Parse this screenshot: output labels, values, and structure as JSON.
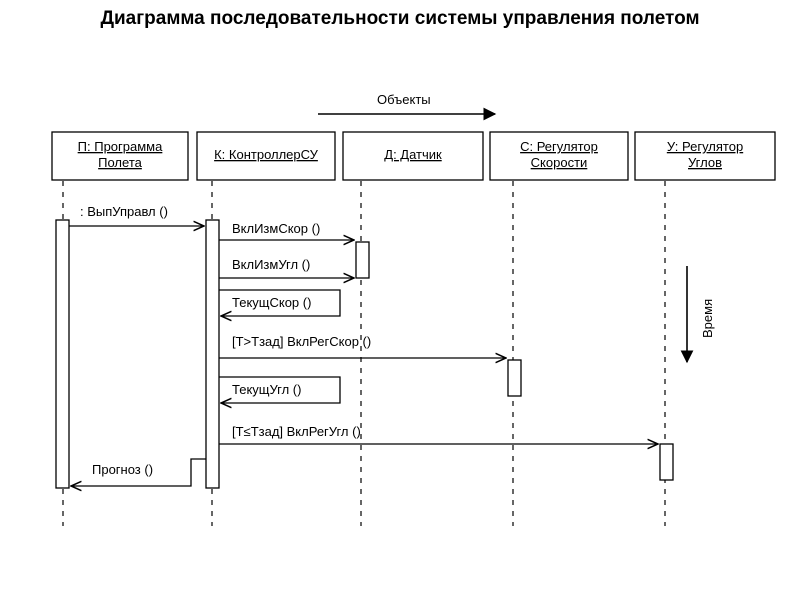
{
  "title": "Диаграмма последовательности системы управления полетом",
  "objects_axis_label": "Объекты",
  "time_axis_label": "Время",
  "objects": [
    {
      "lines": [
        "П: Программа",
        "Полета"
      ]
    },
    {
      "lines": [
        "К: КонтроллерСУ"
      ]
    },
    {
      "lines": [
        "Д: Датчик"
      ]
    },
    {
      "lines": [
        "С: Регулятор",
        "Скорости"
      ]
    },
    {
      "lines": [
        "У: Регулятор",
        "Углов"
      ]
    }
  ],
  "messages": [
    {
      "label": ": ВыпУправл ()",
      "from": "П",
      "to": "К",
      "kind": "call"
    },
    {
      "label": "ВклИзмСкор ()",
      "from": "К",
      "to": "Д",
      "kind": "call"
    },
    {
      "label": "ВклИзмУгл ()",
      "from": "К",
      "to": "Д",
      "kind": "call"
    },
    {
      "label": "ТекущСкор ()",
      "from": "К",
      "to": "К",
      "kind": "self"
    },
    {
      "label": "[T>Тзад] ВклРегСкор ()",
      "from": "К",
      "to": "С",
      "kind": "call"
    },
    {
      "label": "ТекущУгл ()",
      "from": "К",
      "to": "К",
      "kind": "self"
    },
    {
      "label": "[T≤Тзад] ВклРегУгл ()",
      "from": "К",
      "to": "У",
      "kind": "call"
    },
    {
      "label": "Прогноз ()",
      "from": "К",
      "to": "П",
      "kind": "return"
    }
  ]
}
